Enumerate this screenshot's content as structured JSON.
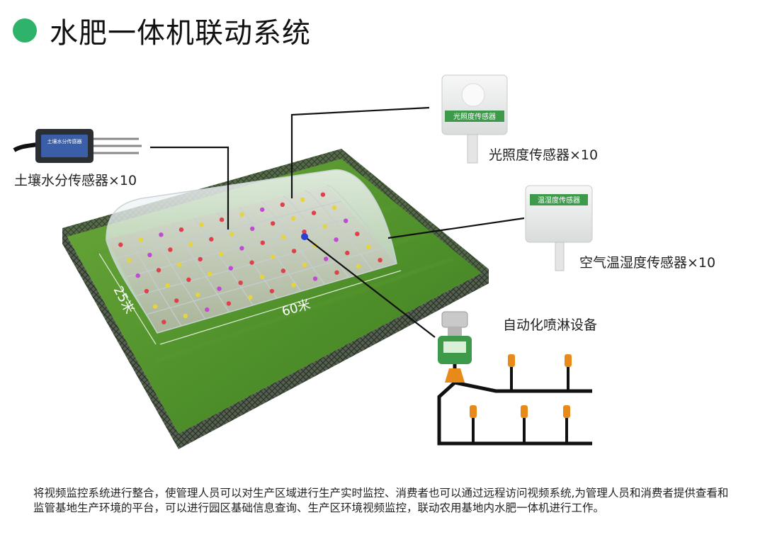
{
  "title": "水肥一体机联动系统",
  "colors": {
    "accent": "#2fb36b",
    "grass": "#4e8f2a",
    "grass_light": "#6aa83a",
    "fence": "#3a4a3a",
    "sensor_green": "#3c9a4a",
    "pipe_orange": "#e88a1a"
  },
  "sensors": {
    "soil": {
      "label": "土壤水分传感器×10",
      "screen_text": "土壤水分传感器"
    },
    "light": {
      "label": "光照度传感器×10",
      "panel_text": "光照度传感器"
    },
    "air": {
      "label": "空气温湿度传感器×10",
      "panel_text": "温湿度传感器"
    },
    "sprinkler": {
      "label": "自动化喷淋设备"
    }
  },
  "greenhouse": {
    "width_label": "25米",
    "length_label": "60米"
  },
  "description": "将视频监控系统进行整合，使管理人员可以对生产区域进行生产实时监控、消费者也可以通过远程访问视频系统,为管理人员和消费者提供查看和监管基地生产环境的平台，可以进行园区基础信息查询、生产区环境视频监控，联动农用基地内水肥一体机进行工作。"
}
